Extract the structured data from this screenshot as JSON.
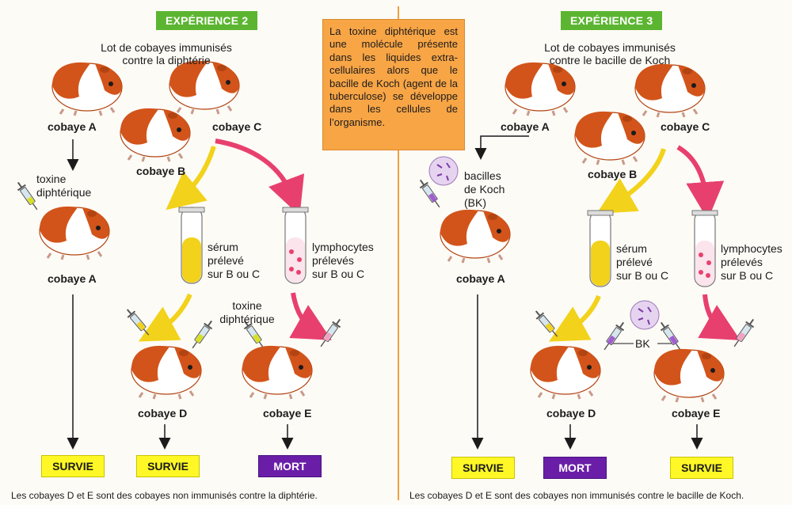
{
  "exp2": {
    "tag": "EXPÉRIENCE 2",
    "title_line1": "Lot de cobayes immunisés",
    "title_line2": "contre la diphtérie",
    "cobaye_a": "cobaye A",
    "cobaye_b": "cobaye B",
    "cobaye_c": "cobaye C",
    "toxine_line1": "toxine",
    "toxine_line2": "diphtérique",
    "cobaye_a2": "cobaye A",
    "serum_line1": "sérum",
    "serum_line2": "prélevé",
    "serum_line3": "sur B ou C",
    "lympho_line1": "lymphocytes",
    "lympho_line2": "prélevés",
    "lympho_line3": "sur B ou C",
    "toxine2_line1": "toxine",
    "toxine2_line2": "diphtérique",
    "cobaye_d": "cobaye D",
    "cobaye_e": "cobaye E",
    "result_a": "SURVIE",
    "result_d": "SURVIE",
    "result_e": "MORT",
    "footnote": "Les cobayes D et E sont des cobayes non immunisés contre la diphtérie."
  },
  "info": {
    "text": "La toxine diphtérique est une molécule présente dans les liquides extra-cellulaires alors que le bacille de Koch (agent de la tuberculose) se développe dans les cellules de l’organisme."
  },
  "exp3": {
    "tag": "EXPÉRIENCE 3",
    "title_line1": "Lot de cobayes immunisés",
    "title_line2": "contre le bacille de Koch",
    "cobaye_a": "cobaye A",
    "cobaye_b": "cobaye B",
    "cobaye_c": "cobaye C",
    "bacilles_line1": "bacilles",
    "bacilles_line2": "de Koch",
    "bacilles_line3": "(BK)",
    "cobaye_a2": "cobaye A",
    "serum_line1": "sérum",
    "serum_line2": "prélevé",
    "serum_line3": "sur B ou C",
    "lympho_line1": "lymphocytes",
    "lympho_line2": "prélevés",
    "lympho_line3": "sur B ou C",
    "bk": "BK",
    "cobaye_d": "cobaye D",
    "cobaye_e": "cobaye E",
    "result_a": "SURVIE",
    "result_d": "MORT",
    "result_e": "SURVIE",
    "footnote": "Les cobayes D et E sont des cobayes non immunisés contre le bacille de Koch."
  },
  "colors": {
    "tag_green": "#5cb531",
    "info_orange": "#f8a546",
    "survie_yellow": "#fff826",
    "mort_purple": "#6a1ea8",
    "divider_orange": "#f0a040",
    "arrow_yellow": "#f2d21a",
    "arrow_pink": "#e8406e",
    "guinea_pig_orange": "#d2541a"
  }
}
